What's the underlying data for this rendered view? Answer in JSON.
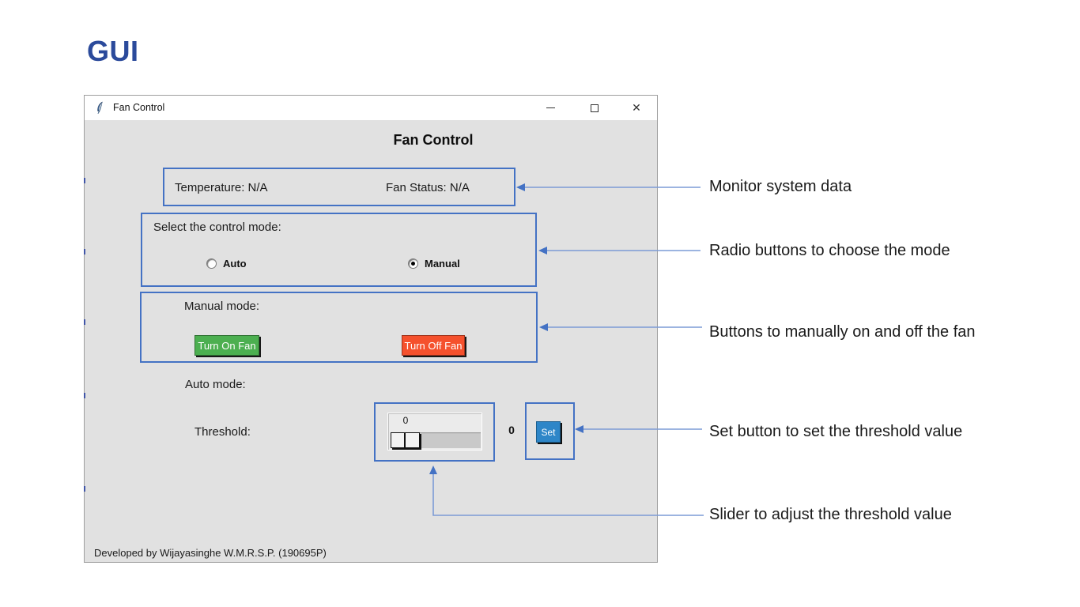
{
  "page": {
    "title": "GUI"
  },
  "window": {
    "titlebar": {
      "title": "Fan Control",
      "icon": "python-tkinter-feather-icon",
      "close_glyph": "✕"
    },
    "heading": "Fan Control",
    "monitor": {
      "temperature_label": "Temperature: N/A",
      "fan_status_label": "Fan Status: N/A"
    },
    "mode_select": {
      "label": "Select the control mode:",
      "options": [
        {
          "label": "Auto",
          "selected": false
        },
        {
          "label": "Manual",
          "selected": true
        }
      ]
    },
    "manual": {
      "label": "Manual mode:",
      "on_button": "Turn On Fan",
      "off_button": "Turn Off Fan"
    },
    "auto": {
      "label": "Auto mode:",
      "threshold_label": "Threshold:",
      "slider_label_value": "0",
      "threshold_value": "0",
      "set_button": "Set"
    },
    "credit": "Developed by Wijayasinghe W.M.R.S.P. (190695P)"
  },
  "annotations": [
    {
      "label": "Monitor system data"
    },
    {
      "label": "Radio buttons to choose the mode"
    },
    {
      "label": "Buttons to manually on and off the fan"
    },
    {
      "label": "Set button to set the threshold value"
    },
    {
      "label": "Slider to adjust the threshold value"
    }
  ],
  "colors": {
    "slide_title_blue": "#2B4A9B",
    "annotation_blue": "#4472C4",
    "on_button_green": "#4CAF50",
    "off_button_red": "#F5512D",
    "set_button_blue": "#2E86C8",
    "window_background": "#E1E1E1"
  }
}
